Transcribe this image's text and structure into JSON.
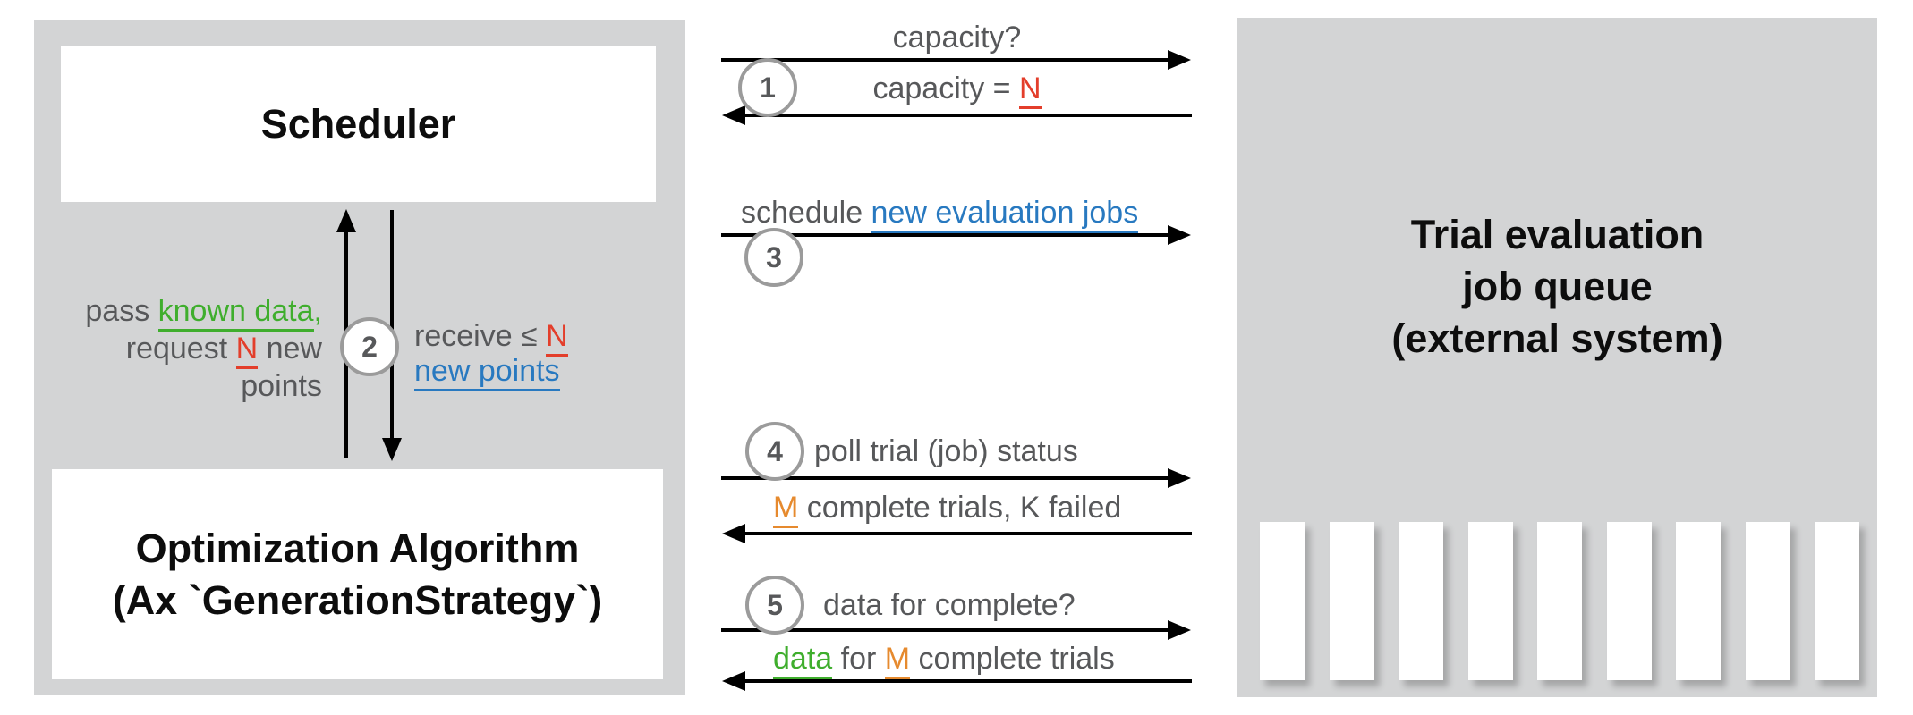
{
  "colors": {
    "panel_gray": "#d3d4d5",
    "text_gray": "#57585a",
    "green": "#3fae2d",
    "red": "#e33e2b",
    "blue": "#2879c0",
    "orange": "#e68a2e",
    "arrow_black": "#000000",
    "circle_stroke": "#9b9b9b"
  },
  "left_panel": {
    "scheduler_title": "Scheduler",
    "optimization_title_line1": "Optimization Algorithm",
    "optimization_title_line2": "(Ax `GenerationStrategy`)",
    "exchange": {
      "step": "2",
      "pass_prefix": "pass ",
      "pass_link": "known data",
      "pass_comma": ",",
      "request_prefix": "request ",
      "request_n": "N",
      "request_suffix": " new",
      "points": "points",
      "receive_prefix": "receive ≤ ",
      "receive_n": "N",
      "new_points": "new points"
    }
  },
  "messages": {
    "m1": {
      "step": "1",
      "request": "capacity?",
      "response_prefix": "capacity = ",
      "response_n": "N"
    },
    "m3": {
      "step": "3",
      "label_prefix": "schedule ",
      "label_link": "new evaluation jobs"
    },
    "m4": {
      "step": "4",
      "request": "poll trial (job) status",
      "response_m": "M",
      "response_rest": " complete trials, K failed"
    },
    "m5": {
      "step": "5",
      "request": "data for complete?",
      "response_data": "data",
      "response_for": " for ",
      "response_m": "M",
      "response_rest": " complete trials"
    }
  },
  "queue_panel": {
    "title_line1": "Trial evaluation",
    "title_line2": "job queue",
    "title_line3": "(external system)",
    "slot_count": 9
  }
}
